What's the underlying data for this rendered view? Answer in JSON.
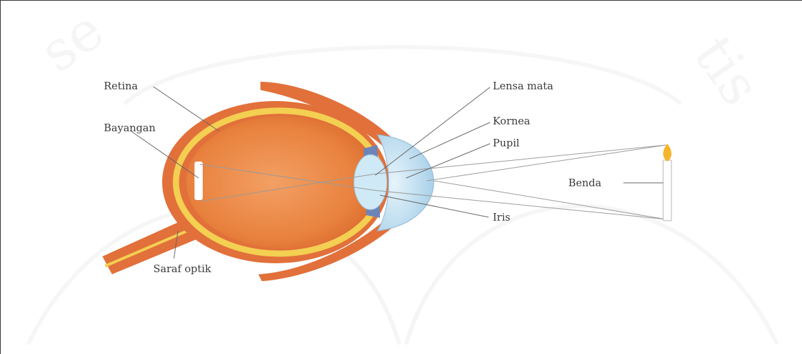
{
  "labels": {
    "retina": "Retina",
    "bayangan": "Bayangan",
    "saraf_optik": "Saraf optik",
    "lensa_mata": "Lensa mata",
    "kornea": "Kornea",
    "pupil": "Pupil",
    "iris": "Iris",
    "benda": "Benda"
  },
  "watermark": {
    "left_text": "se",
    "right_text": "tis"
  },
  "colors": {
    "eye_orange": "#e87a3e",
    "eye_inner": "#f09a5c",
    "sclera_band": "#f3cf52",
    "cornea_blue": "#bfe0f2",
    "lens_blue": "#cfe9f6",
    "nerve": "#e2703a",
    "candle_flame": "#f5b52a",
    "ray_line": "#9a9a9a"
  }
}
